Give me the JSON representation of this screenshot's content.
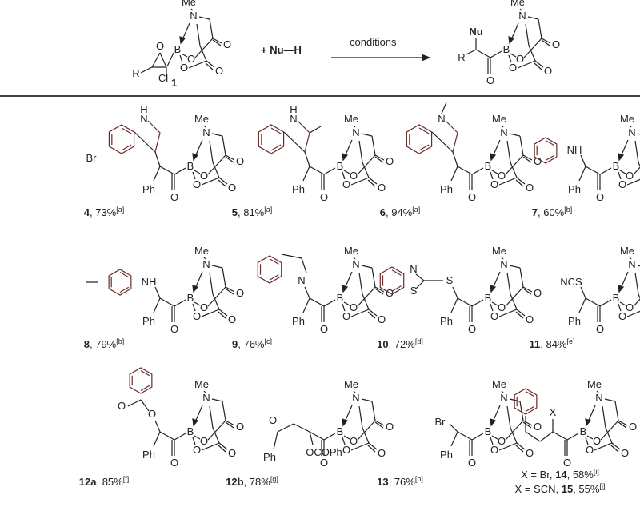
{
  "scheme": {
    "reagent": "+ Nu—H",
    "conditions": "conditions",
    "reactant_number": "1",
    "atoms": {
      "R": "R",
      "Cl": "Cl",
      "Nu": "Nu",
      "O": "O",
      "B": "B",
      "N": "N",
      "Me": "Me"
    },
    "nu_color": "#1a1a5e"
  },
  "compounds": [
    {
      "num": "4",
      "yield": "73%",
      "note": "[a]",
      "nu": "5-bromoindol-3-yl",
      "extra": [
        "Br",
        "H",
        "N"
      ]
    },
    {
      "num": "5",
      "yield": "81%",
      "note": "[a]",
      "nu": "2-methylindol-3-yl",
      "extra": [
        "H",
        "N"
      ]
    },
    {
      "num": "6",
      "yield": "94%",
      "note": "[a]",
      "nu": "1-methylindol-3-yl",
      "extra": [
        "N"
      ]
    },
    {
      "num": "7",
      "yield": "60%",
      "note": "[b]",
      "nu": "anilino",
      "extra": [
        "NH"
      ]
    },
    {
      "num": "8",
      "yield": "79%",
      "note": "[b]",
      "nu": "p-toluidino",
      "extra": [
        "NH"
      ]
    },
    {
      "num": "9",
      "yield": "76%",
      "note": "[c]",
      "nu": "indolinyl",
      "extra": [
        "N"
      ]
    },
    {
      "num": "10",
      "yield": "72%",
      "note": "[d]",
      "nu": "benzothiazolylthio",
      "extra": [
        "N",
        "S",
        "S"
      ]
    },
    {
      "num": "11",
      "yield": "84%",
      "note": "[e]",
      "nu": "thiocyanato",
      "extra": [
        "NCS"
      ]
    },
    {
      "num": "12a",
      "yield": "85%",
      "note": "[f]",
      "nu": "benzoyloxy",
      "extra": [
        "O",
        "O"
      ]
    },
    {
      "num": "12b",
      "yield": "78%",
      "note": "[g]",
      "nu": "OCOPh",
      "extra": [
        "OCOPh",
        "O",
        "Ph"
      ]
    },
    {
      "num": "13",
      "yield": "76%",
      "note": "[h]",
      "nu": "bromo",
      "extra": [
        "Br"
      ]
    }
  ],
  "last": {
    "x_label": "X",
    "lines": [
      {
        "prefix": "X = Br, ",
        "num": "14",
        "yield": ", 58%",
        "note": "[i]"
      },
      {
        "prefix": "X = SCN, ",
        "num": "15",
        "yield": ", 55%",
        "note": "[j]"
      }
    ]
  },
  "ph": "Ph"
}
